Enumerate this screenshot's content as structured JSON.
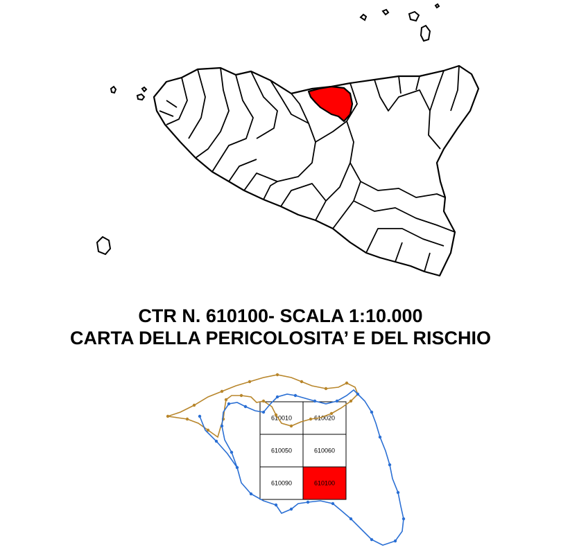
{
  "title": {
    "line1": "CTR N. 610100- SCALA 1:10.000",
    "line2": "CARTA DELLA PERICOLOSITA’ E DEL RISCHIO"
  },
  "colors": {
    "highlight": "#ff0000",
    "outline": "#000000",
    "basin_brown": "#b8862b",
    "basin_blue": "#2a6fd4",
    "background": "#ffffff"
  },
  "grid": {
    "highlighted_sheet": "610100",
    "sheets": [
      {
        "code": "610010",
        "row": 0,
        "col": 0,
        "highlighted": false
      },
      {
        "code": "610020",
        "row": 0,
        "col": 1,
        "highlighted": false
      },
      {
        "code": "610050",
        "row": 1,
        "col": 0,
        "highlighted": false
      },
      {
        "code": "610060",
        "row": 1,
        "col": 1,
        "highlighted": false
      },
      {
        "code": "610090",
        "row": 2,
        "col": 0,
        "highlighted": false
      },
      {
        "code": "610100",
        "row": 2,
        "col": 1,
        "highlighted": true
      }
    ]
  }
}
